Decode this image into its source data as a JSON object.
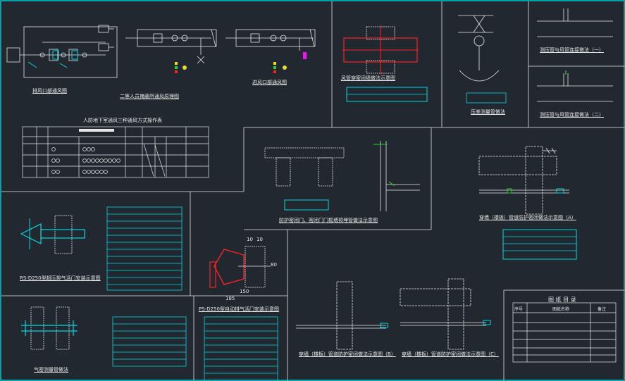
{
  "drawing": {
    "background": "#212830",
    "colors": {
      "line": "#e8e8e8",
      "cyan": "#00d8e0",
      "red": "#ff2020",
      "green": "#30d030",
      "yellow": "#e8e020",
      "magenta": "#e020e0",
      "frame": "#00c8d0"
    }
  },
  "panels": {
    "p1": {
      "caption": "排风口部通风图"
    },
    "p2": {
      "caption": "二等人员掩蔽所通风原理图"
    },
    "p3": {
      "caption": "进风口部通风图"
    },
    "p4": {
      "caption": "风管穿密闭墙做法示意图"
    },
    "p5": {
      "caption": "压差测量管做法"
    },
    "p6": {
      "caption_a": "测压管与风管连接做法（一）",
      "caption_b": "测压管与风管连接做法（二）"
    },
    "p7": {
      "table_title": "人防地下室通风三种通风方式操作表"
    },
    "p8": {
      "caption": "防护密闭门、密闭门门框墙预埋管做法示意图"
    },
    "p9": {
      "caption": "穿墙（楼板）管道防护密闭做法示意图（A）"
    },
    "p10": {
      "caption": "RS-D250型超压排气活门安装示意图"
    },
    "p11": {
      "caption": "PS-D250型自动排气活门安装示意图",
      "dim_a": "10",
      "dim_b": "10",
      "dim_c": "150",
      "dim_d": "185",
      "dim_e": "80"
    },
    "p12": {
      "caption": "气密测量管做法"
    },
    "p13": {
      "caption_b": "穿墙（楼板）管道防护密闭做法示意图（B）",
      "caption_c": "穿墙（楼板）管道防护密闭做法示意图（C）"
    },
    "p14": {
      "table_title": "图 纸 目 录",
      "col_no": "序号",
      "col_name": "图纸名称",
      "col_remark": "备注"
    }
  }
}
